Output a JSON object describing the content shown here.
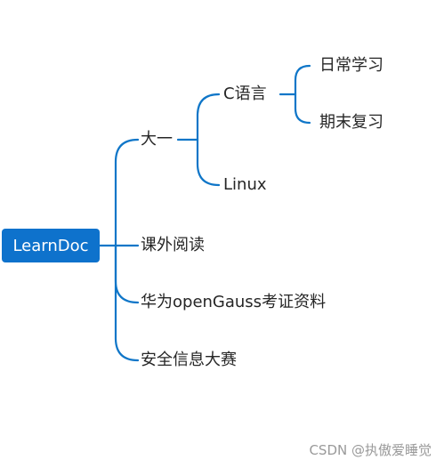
{
  "colors": {
    "root_fill": "#0e72cc",
    "connector": "#0f76c8",
    "text": "#262626",
    "watermark": "#9a9a9a"
  },
  "mindmap": {
    "root": "LearnDoc",
    "branches": [
      {
        "label": "大一",
        "children": [
          {
            "label": "C语言",
            "children": [
              {
                "label": "日常学习"
              },
              {
                "label": "期末复习"
              }
            ]
          },
          {
            "label": "Linux"
          }
        ]
      },
      {
        "label": "课外阅读"
      },
      {
        "label": "华为openGauss考证资料"
      },
      {
        "label": "安全信息大赛"
      }
    ]
  },
  "watermark": "CSDN @执傲爱睡觉"
}
